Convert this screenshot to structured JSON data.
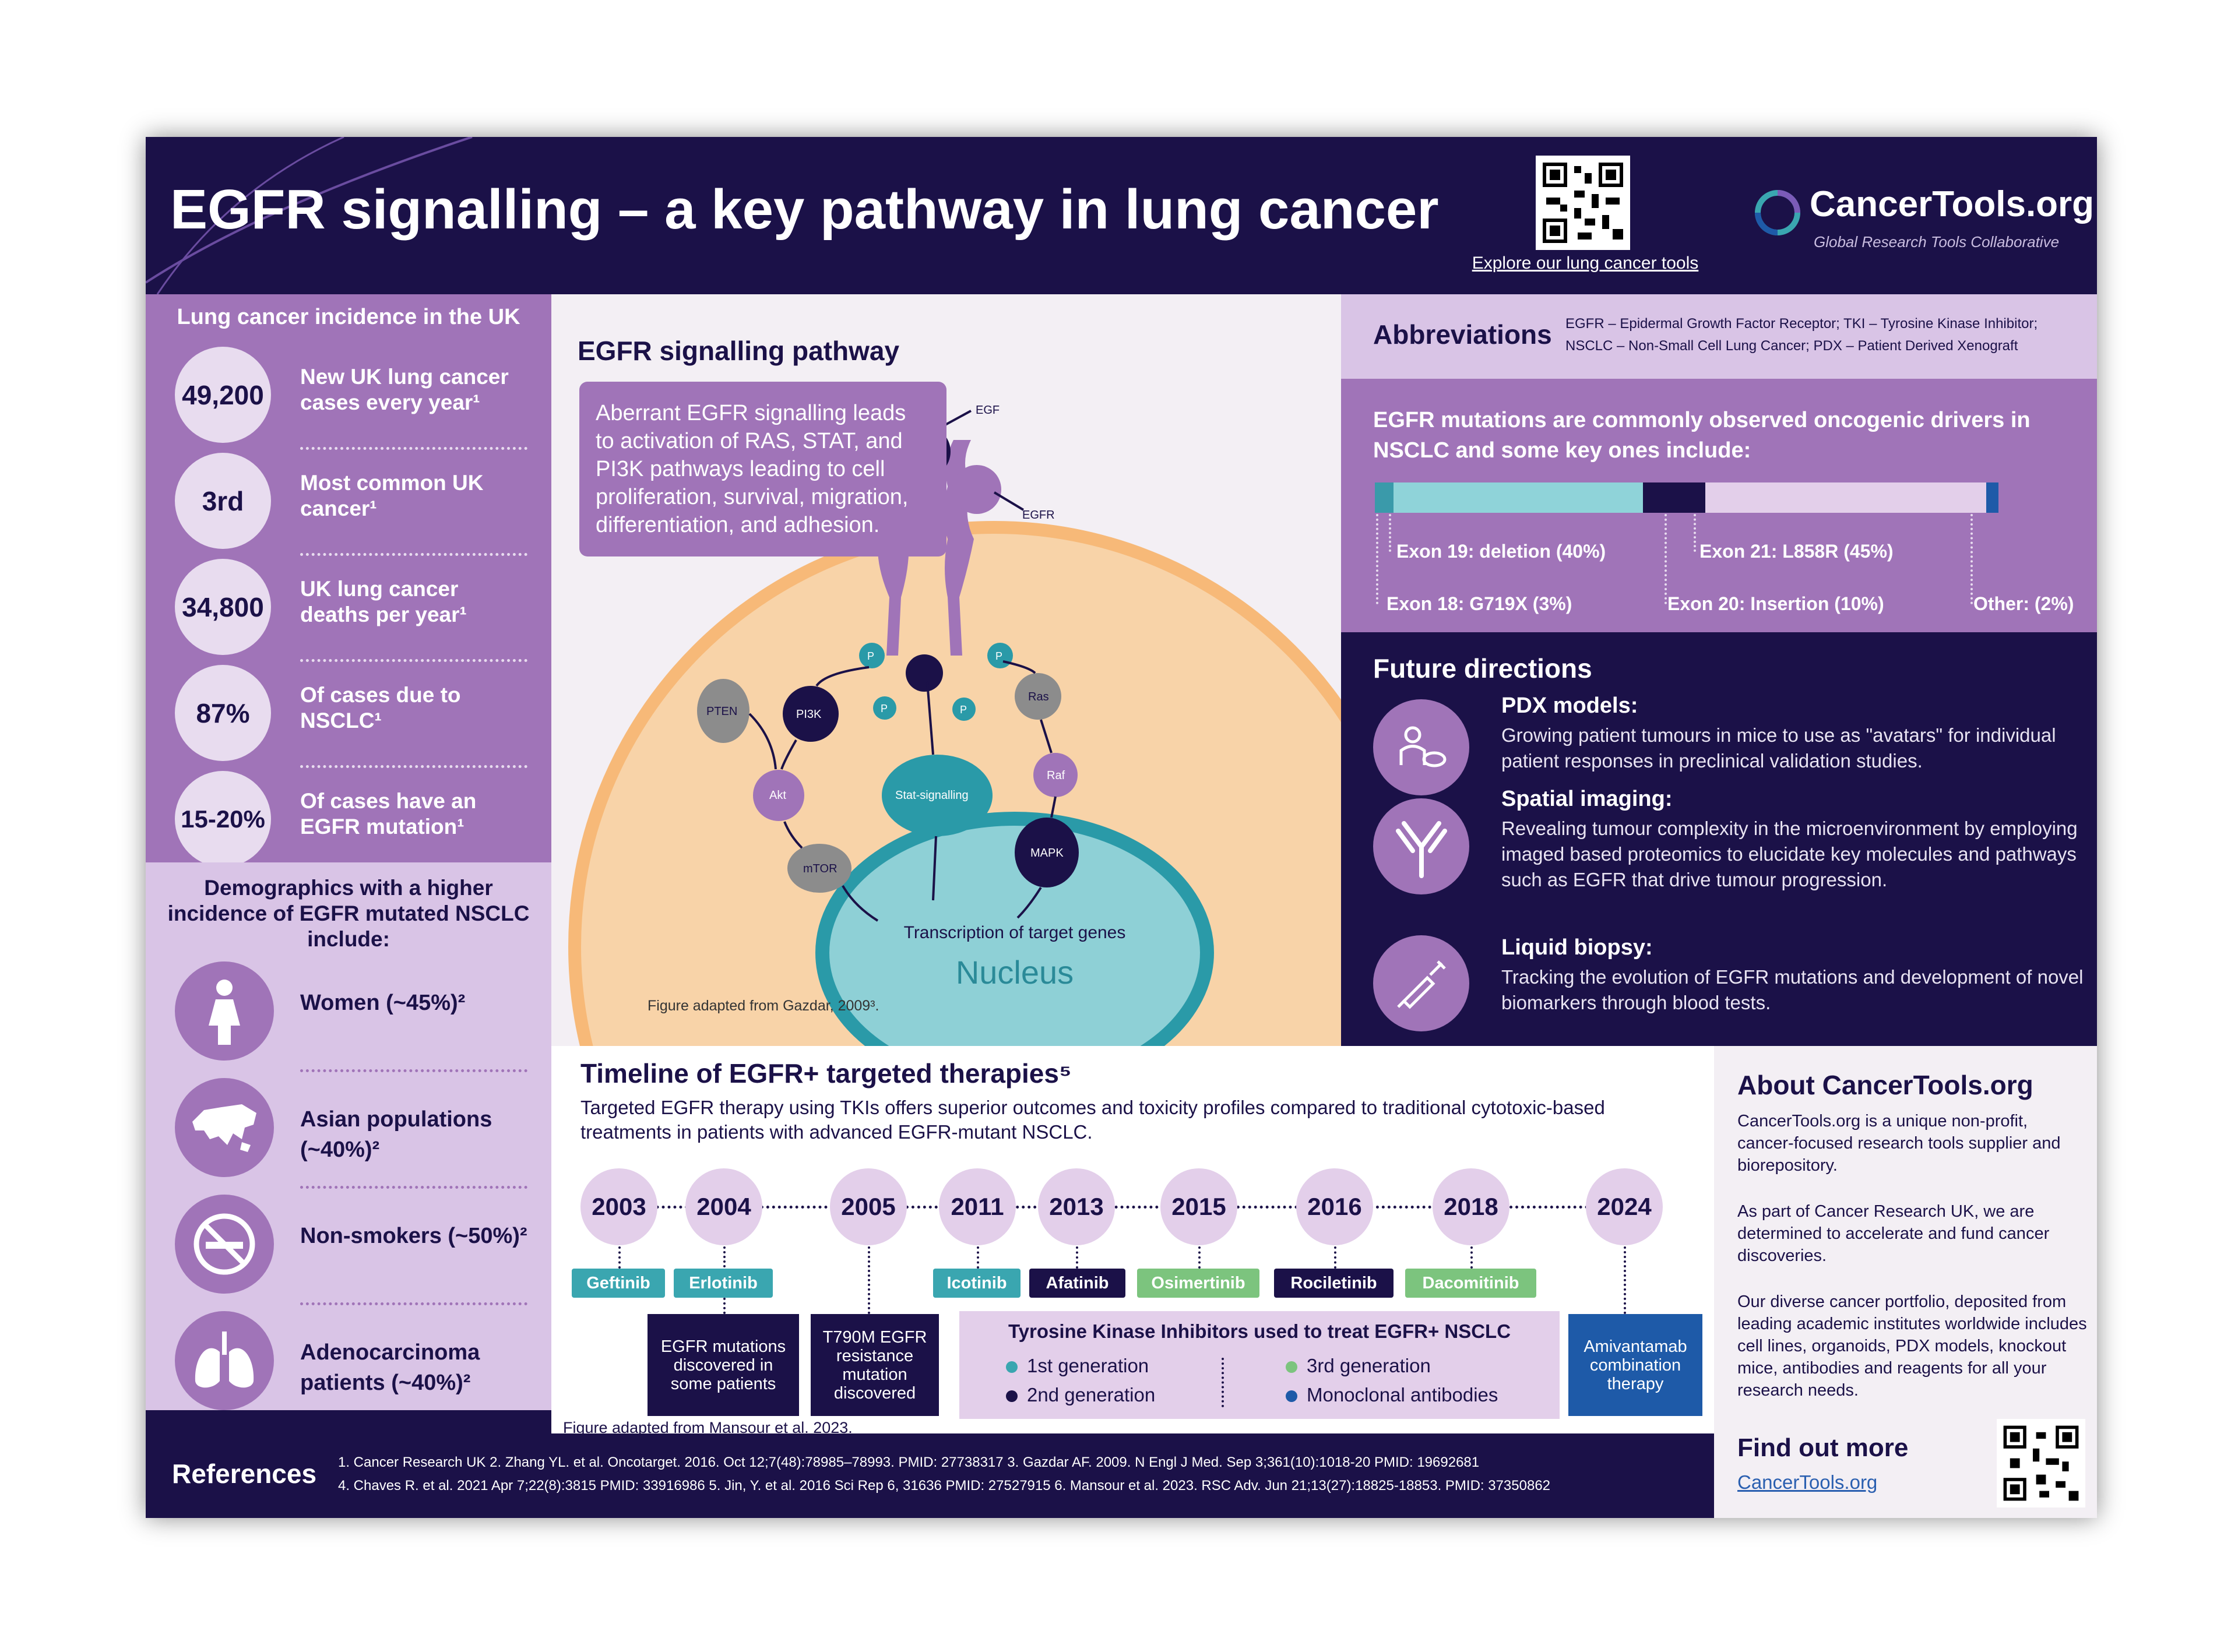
{
  "header": {
    "title": "EGFR signalling – a key pathway in lung cancer",
    "qr_link": "Explore our lung cancer tools",
    "logo_name": "CancerTools.org",
    "logo_tagline": "Global Research Tools Collaborative"
  },
  "incidence": {
    "title": "Lung cancer incidence in the UK",
    "stats": [
      {
        "value": "49,200",
        "text": "New UK lung cancer cases every year¹"
      },
      {
        "value": "3rd",
        "text": "Most common UK cancer¹"
      },
      {
        "value": "34,800",
        "text": "UK lung cancer deaths per year¹"
      },
      {
        "value": "87%",
        "text": "Of cases due to NSCLC¹"
      },
      {
        "value": "15-20%",
        "text": "Of cases have an EGFR mutation¹"
      }
    ]
  },
  "demographics": {
    "title": "Demographics with a higher incidence of EGFR mutated NSCLC include:",
    "items": [
      {
        "icon": "woman-icon",
        "text": "Women (~45%)²"
      },
      {
        "icon": "asia-map-icon",
        "text": "Asian populations (~40%)²"
      },
      {
        "icon": "no-smoking-icon",
        "text": "Non-smokers (~50%)²"
      },
      {
        "icon": "lungs-icon",
        "text": "Adenocarcinoma patients (~40%)²"
      }
    ]
  },
  "pathway": {
    "title": "EGFR signalling pathway",
    "description": "Aberrant EGFR signalling leads to activation of RAS, STAT, and PI3K pathways leading to cell proliferation, survival, migration, differentiation, and adhesion.",
    "labels": {
      "egf": "EGF",
      "egfr": "EGFR",
      "pten": "PTEN",
      "pi3k": "PI3K",
      "akt": "Akt",
      "mtor": "mTOR",
      "stat": "Stat-signalling",
      "ras": "Ras",
      "raf": "Raf",
      "mapk": "MAPK",
      "p": "P",
      "transcription": "Transcription of target genes",
      "nucleus": "Nucleus"
    },
    "credit": "Figure adapted from Gazdar, 2009³."
  },
  "abbreviations": {
    "title": "Abbreviations",
    "line1": "EGFR – Epidermal Growth Factor Receptor; TKI – Tyrosine Kinase Inhibitor;",
    "line2": "NSCLC – Non-Small Cell Lung Cancer; PDX – Patient Derived Xenograft"
  },
  "mutations": {
    "intro": "EGFR mutations are commonly observed oncogenic drivers in NSCLC and some key ones include:",
    "segments": [
      {
        "label": "Exon 18: G719X (3%)",
        "percent": 3,
        "color": "#3a9aaa"
      },
      {
        "label": "Exon 19: deletion (40%)",
        "percent": 40,
        "color": "#8fd3d9"
      },
      {
        "label": "Exon 20: Insertion (10%)",
        "percent": 10,
        "color": "#1b1148"
      },
      {
        "label": "Exon 21: L858R (45%)",
        "percent": 45,
        "color": "#e3cfea"
      },
      {
        "label": "Other: (2%)",
        "percent": 2,
        "color": "#1e5aa8"
      }
    ]
  },
  "future": {
    "title": "Future directions",
    "items": [
      {
        "icon": "pdx-model-icon",
        "heading": "PDX models:",
        "body": "Growing patient tumours in mice to use as \"avatars\" for individual patient responses in preclinical validation studies."
      },
      {
        "icon": "antibody-icon",
        "heading": "Spatial imaging:",
        "body": "Revealing tumour complexity in the microenvironment by employing imaged based proteomics to elucidate key molecules and pathways such as EGFR that drive tumour progression."
      },
      {
        "icon": "syringe-icon",
        "heading": "Liquid biopsy:",
        "body": "Tracking the evolution of EGFR mutations and development of novel biomarkers through blood tests."
      }
    ]
  },
  "timeline": {
    "title": "Timeline of EGFR+ targeted therapies⁵",
    "description": "Targeted EGFR therapy using TKIs offers superior outcomes and toxicity profiles compared to traditional cytotoxic-based treatments in patients with advanced EGFR-mutant NSCLC.",
    "years": [
      "2003",
      "2004",
      "2005",
      "2011",
      "2013",
      "2015",
      "2016",
      "2018",
      "2024"
    ],
    "drugs": [
      {
        "name": "Geftinib",
        "color": "#3aa6b0"
      },
      {
        "name": "Erlotinib",
        "color": "#3aa6b0"
      },
      {
        "name": "Icotinib",
        "color": "#3aa6b0"
      },
      {
        "name": "Afatinib",
        "color": "#1b1148"
      },
      {
        "name": "Osimertinib",
        "color": "#7cc47e"
      },
      {
        "name": "Rociletinib",
        "color": "#1b1148"
      },
      {
        "name": "Dacomitinib",
        "color": "#7cc47e"
      }
    ],
    "events": [
      "EGFR mutations discovered in some patients",
      "T790M EGFR resistance mutation discovered",
      "Amivantamab combination therapy"
    ],
    "legend": {
      "title": "Tyrosine Kinase Inhibitors used to treat EGFR+ NSCLC",
      "gen1": "1st generation",
      "gen2": "2nd generation",
      "gen3": "3rd generation",
      "mab": "Monoclonal antibodies"
    },
    "credit": "Figure adapted from Mansour et al. 2023."
  },
  "about": {
    "title": "About CancerTools.org",
    "p1": "CancerTools.org is a unique non-profit, cancer-focused research tools supplier and biorepository.",
    "p2": "As part of Cancer Research UK, we are determined to accelerate and fund cancer discoveries.",
    "p3": "Our diverse cancer portfolio, deposited from leading academic institutes worldwide includes cell lines, organoids, PDX models, knockout mice, antibodies and reagents for all your research needs.",
    "find_more": "Find out more",
    "link": "CancerTools.org"
  },
  "references": {
    "title": "References",
    "line1": "1. Cancer Research UK  2. Zhang YL. et al. Oncotarget. 2016. Oct 12;7(48):78985–78993. PMID: 27738317  3. Gazdar AF. 2009. N Engl J Med. Sep 3;361(10):1018-20 PMID: 19692681",
    "line2": "4. Chaves R. et al. 2021 Apr 7;22(8):3815 PMID: 33916986  5. Jin, Y. et al. 2016 Sci Rep 6, 31636 PMID: 27527915  6. Mansour et al. 2023. RSC Adv. Jun 21;13(27):18825-18853. PMID: 37350862"
  }
}
